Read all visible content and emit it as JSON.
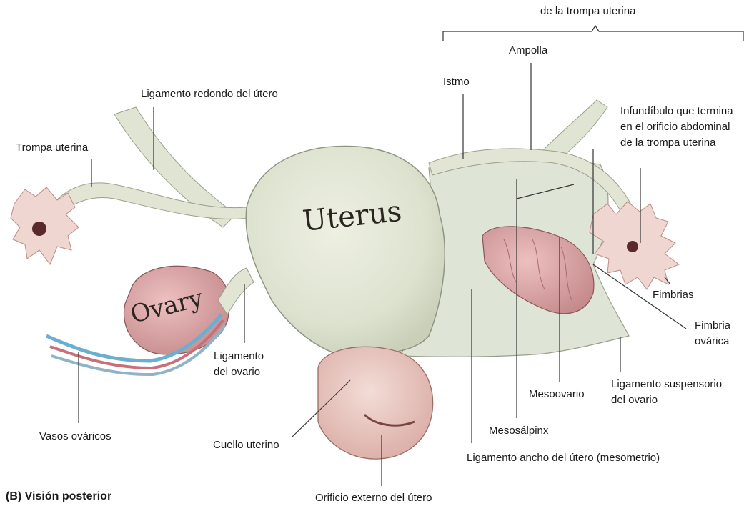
{
  "labels": {
    "tube_header": "de la trompa uterina",
    "ampolla": "Ampolla",
    "istmo": "Istmo",
    "ligamento_redondo": "Ligamento redondo del útero",
    "trompa_uterina": "Trompa uterina",
    "infundibulo": "Infundíbulo que termina\nen el orificio abdominal\nde la trompa uterina",
    "fimbrias": "Fimbrias",
    "fimbria_ovarica": "Fimbria\novárica",
    "ligamento_ovario": "Ligamento\ndel ovario",
    "ligamento_suspensorio": "Ligamento suspensorio\ndel ovario",
    "mesoovario": "Mesoovario",
    "mesosalpinx": "Mesosálpinx",
    "vasos_ovaricos": "Vasos ováricos",
    "cuello_uterino": "Cuello uterino",
    "ligamento_ancho": "Ligamento ancho del útero (mesometrio)",
    "orificio_externo": "Orificio externo del útero"
  },
  "organ_text": {
    "uterus": "Uterus",
    "ovary": "Ovary"
  },
  "caption": "(B) Visión posterior",
  "colors": {
    "uterus_body": "#e4e7d6",
    "broad_ligament": "#dfe5d6",
    "ovary": "#dba4a6",
    "cervix": "#e9c7c2",
    "fimbria": "#f0d6d0",
    "vessel_blue": "#6aaed0",
    "vessel_red": "#c8707a"
  }
}
